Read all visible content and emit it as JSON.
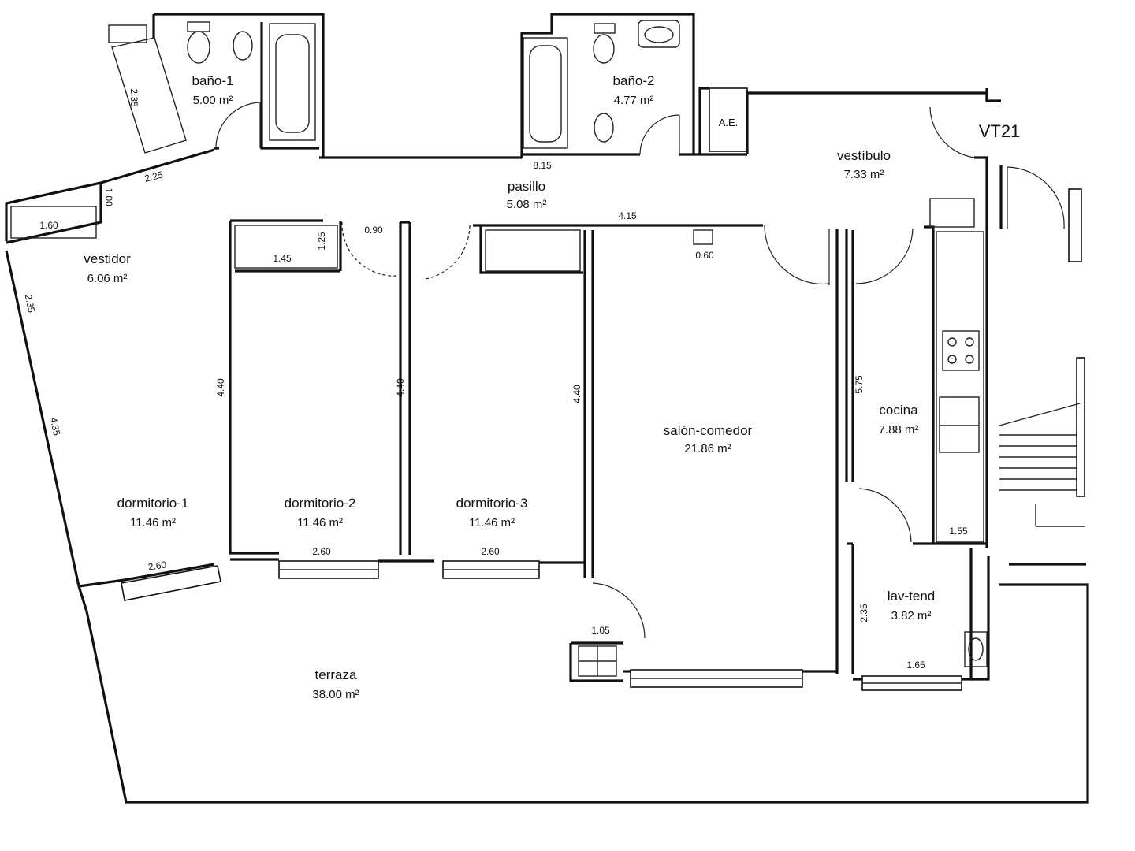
{
  "plan": {
    "code": "VT21",
    "ae_label": "A.E.",
    "rooms": {
      "bano1": {
        "name": "baño-1",
        "area": "5.00 m²"
      },
      "bano2": {
        "name": "baño-2",
        "area": "4.77 m²"
      },
      "vestibulo": {
        "name": "vestíbulo",
        "area": "7.33 m²"
      },
      "pasillo": {
        "name": "pasillo",
        "area": "5.08 m²"
      },
      "vestidor": {
        "name": "vestidor",
        "area": "6.06 m²"
      },
      "dormitorio1": {
        "name": "dormitorio-1",
        "area": "11.46 m²"
      },
      "dormitorio2": {
        "name": "dormitorio-2",
        "area": "11.46 m²"
      },
      "dormitorio3": {
        "name": "dormitorio-3",
        "area": "11.46 m²"
      },
      "salon": {
        "name": "salón-comedor",
        "area": "21.86 m²"
      },
      "cocina": {
        "name": "cocina",
        "area": "7.88 m²"
      },
      "lavtend": {
        "name": "lav-tend",
        "area": "3.82 m²"
      },
      "terraza": {
        "name": "terraza",
        "area": "38.00 m²"
      }
    },
    "dims": {
      "bano1_side": "2.35",
      "vestidor_top": "2.25",
      "vestidor_short": "1.00",
      "closet_vestidor": "1.60",
      "pasillo_len": "8.15",
      "closet_d2_w": "1.45",
      "closet_d2_d": "1.25",
      "door_d2": "0.90",
      "salon_top": "4.15",
      "duct": "0.60",
      "vestidor_side": "2.35",
      "d1_side": "4.35",
      "d2_depth": "4.40",
      "d3_depth": "4.40",
      "salon_depth": "4.40",
      "cocina_depth": "5.75",
      "d1_window": "2.60",
      "d2_window": "2.60",
      "d3_window": "2.60",
      "cocina_width": "1.55",
      "lav_depth": "2.35",
      "lav_width": "1.65",
      "terraza_step": "1.05"
    }
  }
}
